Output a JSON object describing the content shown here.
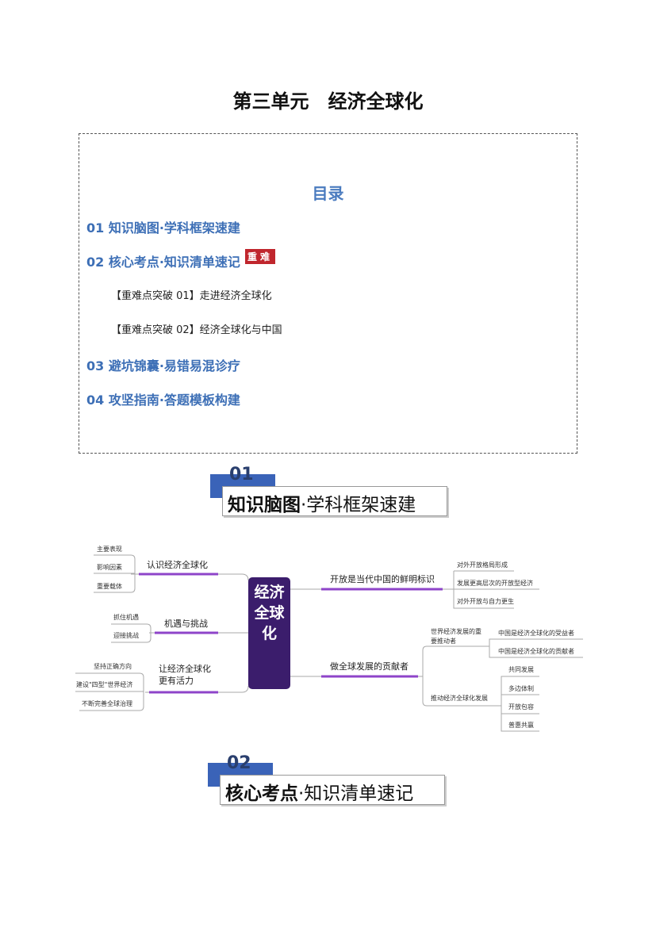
{
  "title": "第三单元　经济全球化",
  "toc": {
    "heading": "目录",
    "items": [
      "01 知识脑图·学科框架速建",
      "02 核心考点·知识清单速记",
      "03  避坑锦囊·易错易混诊疗",
      "04  攻坚指南·答题模板构建"
    ],
    "badge": "重难",
    "subitems": [
      "【重难点突破 01】走进经济全球化",
      "【重难点突破 02】经济全球化与中国"
    ]
  },
  "sections": [
    {
      "num": "01",
      "bold": "知识脑图",
      "rest": "·学科框架速建"
    },
    {
      "num": "02",
      "bold": "核心考点",
      "rest": "·知识清单速记"
    }
  ],
  "mindmap": {
    "center": "经济全球化",
    "left": [
      {
        "label": "认识经济全球化",
        "leaves": [
          "主要表现",
          "影响因素",
          "重要载体"
        ]
      },
      {
        "label": "机遇与挑战",
        "leaves": [
          "抓住机遇",
          "迎接挑战"
        ]
      },
      {
        "label": "让经济全球化更有活力",
        "leaves": [
          "坚持正确方向",
          "建设\"四型\"世界经济",
          "不断完善全球治理"
        ]
      }
    ],
    "right": [
      {
        "label": "开放是当代中国的鲜明标识",
        "leaves": [
          "对外开放格局形成",
          "发展更高层次的开放型经济",
          "对外开放与自力更生"
        ]
      },
      {
        "label": "做全球发展的贡献者",
        "subs": [
          {
            "label": "世界经济发展的重要推动者",
            "leaves": [
              "中国是经济全球化的受益者",
              "中国是经济全球化的贡献者"
            ]
          },
          {
            "label": "推动经济全球化发展",
            "leaves": [
              "共同发展",
              "多边体制",
              "开放包容",
              "普惠共赢"
            ]
          }
        ]
      }
    ]
  },
  "colors": {
    "accent": "#3d6fb6",
    "center": "#3b1d6c",
    "branch": "#8e44c9"
  }
}
